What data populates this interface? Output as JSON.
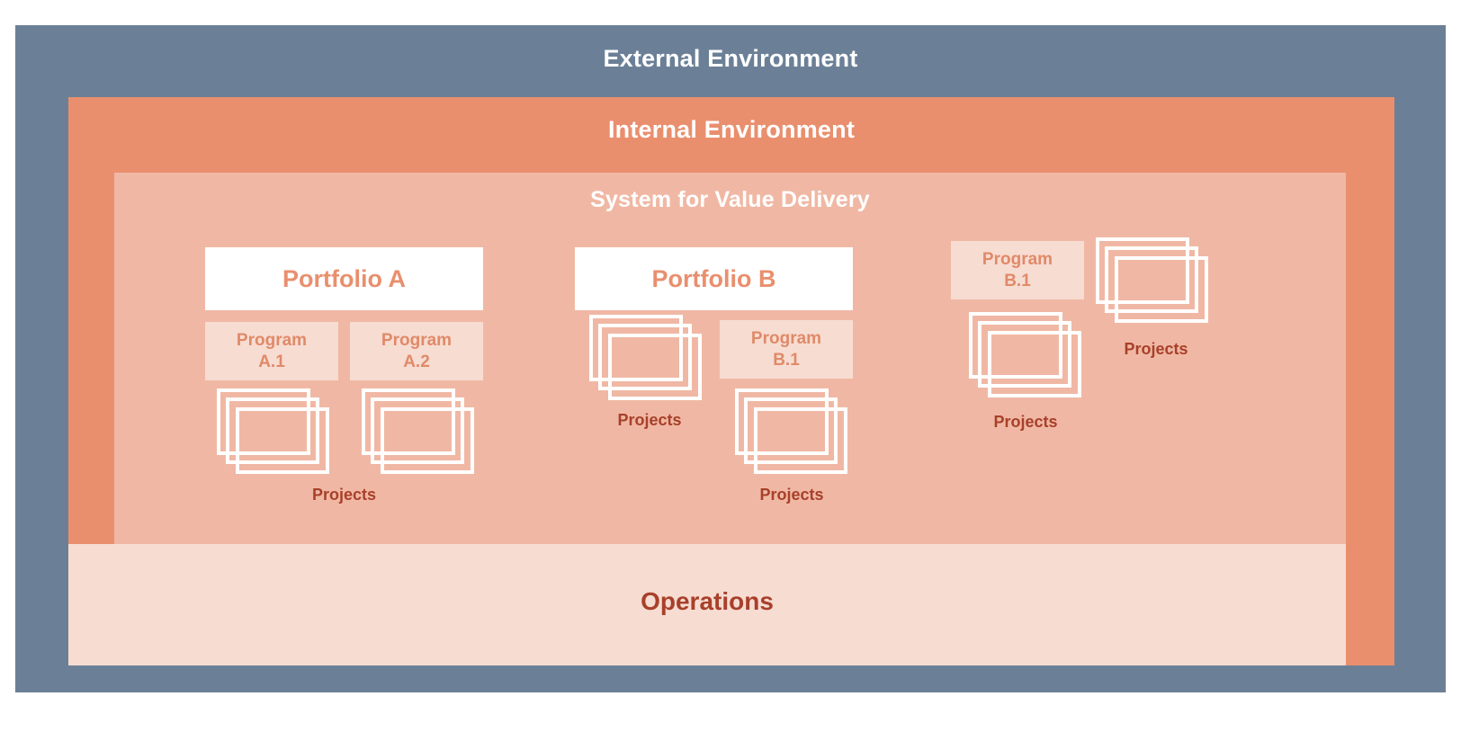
{
  "diagram": {
    "title": "System for Value Delivery",
    "colors": {
      "external_environment": "#6b8097",
      "internal_environment": "#e98f6e",
      "system_for_value_delivery": "#f0b8a4",
      "operations": "#f7dcd2",
      "portfolio_card": "#ffffff",
      "portfolio_text": "#e98f6e",
      "program_card": "#f7dcd2",
      "program_text": "#e08a68",
      "projects_caption_text": "#a8402a",
      "layer_title_text": "#ffffff"
    }
  },
  "layers": {
    "external_environment": {
      "label": "External Environment"
    },
    "internal_environment": {
      "label": "Internal Environment"
    },
    "system_for_value_delivery": {
      "label": "System for Value Delivery"
    },
    "operations": {
      "label": "Operations"
    }
  },
  "portfolios": [
    {
      "id": "portfolio-a",
      "label": "Portfolio A"
    },
    {
      "id": "portfolio-b",
      "label": "Portfolio B"
    }
  ],
  "programs": [
    {
      "id": "program-a-1",
      "line1": "Program",
      "line2": "A.1"
    },
    {
      "id": "program-a-2",
      "line1": "Program",
      "line2": "A.2"
    },
    {
      "id": "program-b-1",
      "line1": "Program",
      "line2": "B.1"
    },
    {
      "id": "program-b-1-right",
      "line1": "Program",
      "line2": "B.1"
    }
  ],
  "project_groups": [
    {
      "id": "projects-a-1",
      "caption": "Projects",
      "sheets": 3
    },
    {
      "id": "projects-a-2",
      "caption": "",
      "sheets": 3
    },
    {
      "id": "projects-b-portfolio",
      "caption": "Projects",
      "sheets": 3
    },
    {
      "id": "projects-b-1",
      "caption": "Projects",
      "sheets": 3
    },
    {
      "id": "projects-b-1-right-top",
      "caption": "Projects",
      "sheets": 3
    },
    {
      "id": "projects-b-1-right-lower",
      "caption": "Projects",
      "sheets": 3
    }
  ],
  "captions": {
    "projects_a": "Projects",
    "projects_b_portfolio": "Projects",
    "projects_b_1": "Projects",
    "projects_right_top": "Projects",
    "projects_right_lower": "Projects"
  }
}
